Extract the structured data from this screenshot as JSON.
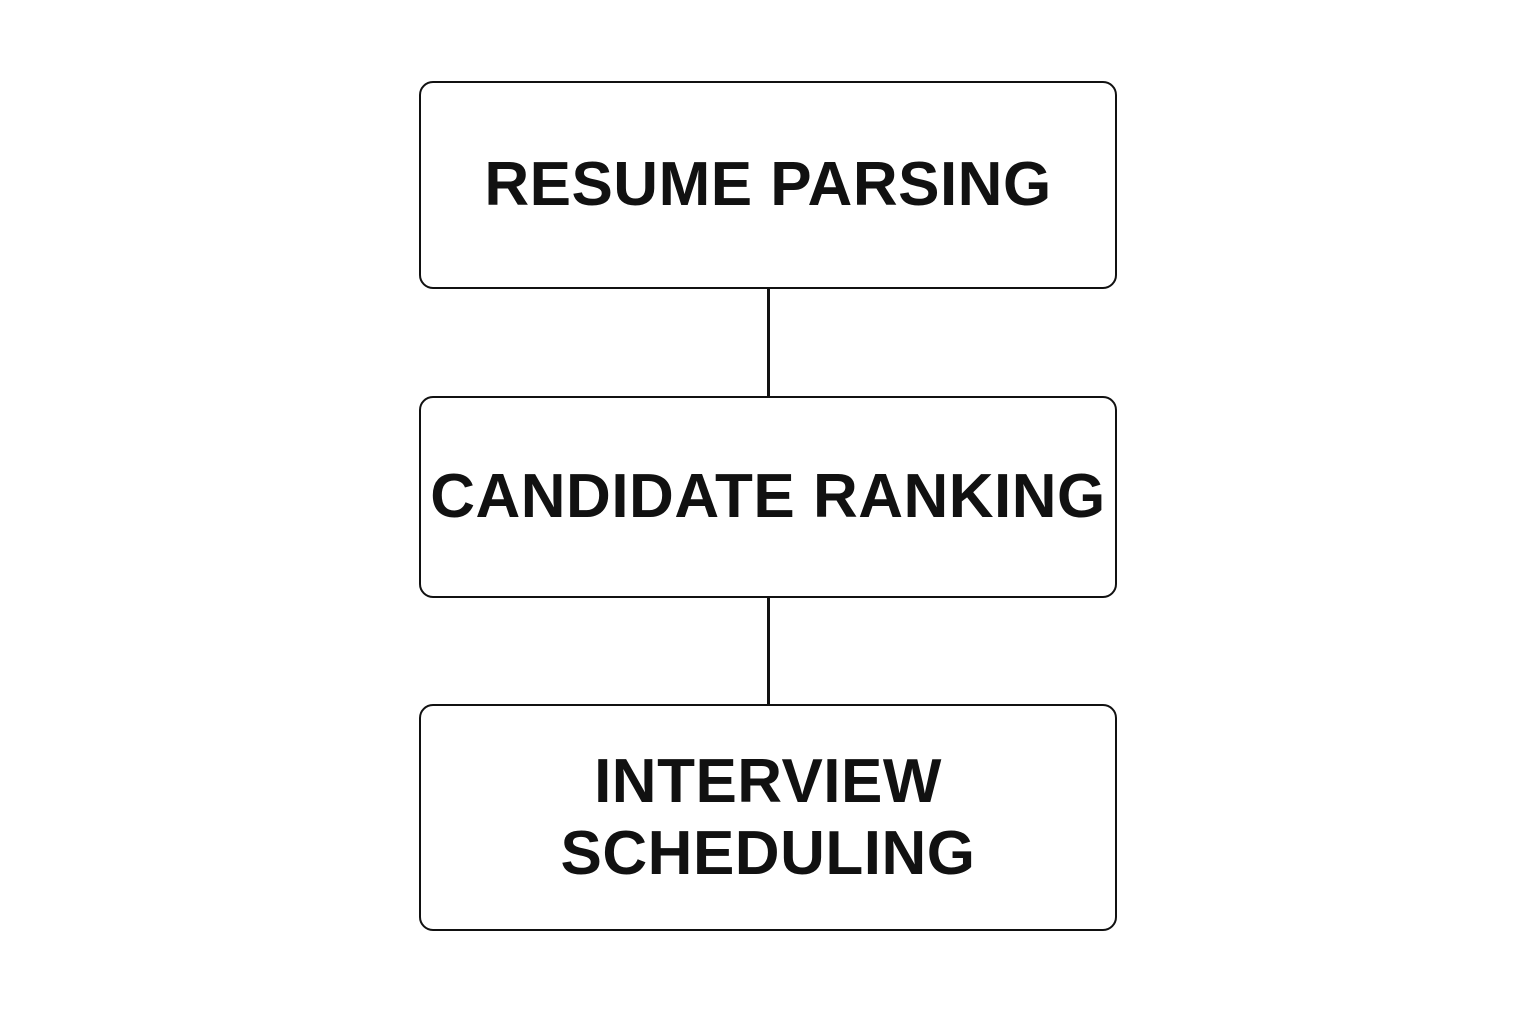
{
  "diagram": {
    "steps": [
      {
        "label": "RESUME PARSING"
      },
      {
        "label": "CANDIDATE RANKING"
      },
      {
        "label": "INTERVIEW\nSCHEDULING"
      }
    ],
    "colors": {
      "stroke": "#111111",
      "text": "#111111",
      "background": "#ffffff"
    }
  }
}
